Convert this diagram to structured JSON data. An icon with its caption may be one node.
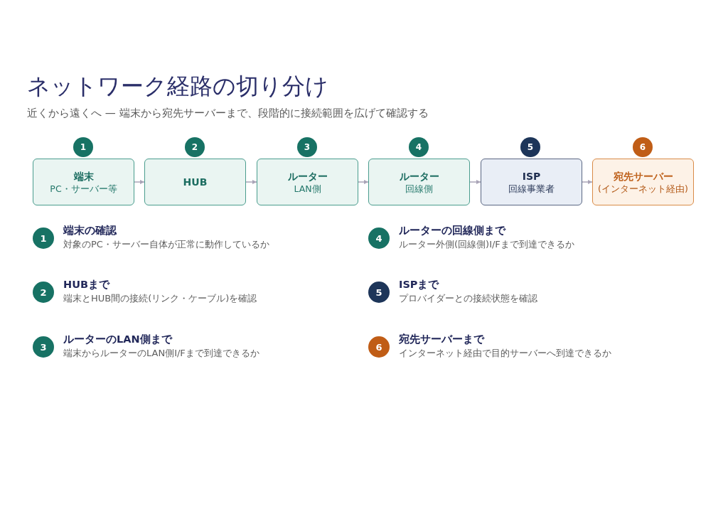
{
  "diagram": {
    "title": "ネットワーク経路の切り分け",
    "nodes": [
      {
        "text": [
          "1"
        ]
      },
      {
        "text": [
          "2"
        ]
      },
      {
        "text": [
          "3"
        ]
      },
      {
        "text": [
          "4"
        ]
      },
      {
        "text": [
          "5"
        ]
      },
      {
        "text": [
          "6"
        ]
      },
      {
        "text": [
          "端末",
          "PC・サーバー等"
        ]
      },
      {
        "text": [
          "HUB"
        ]
      },
      {
        "text": [
          "ルーター",
          "LAN側"
        ]
      },
      {
        "text": [
          "ルーター",
          "回線側"
        ]
      },
      {
        "text": [
          "ISP",
          "回線事業者"
        ]
      },
      {
        "text": [
          "宛先サーバー",
          "(インターネット経由)"
        ]
      },
      {
        "text": [
          "1"
        ],
        "beside": [
          "端末の確認",
          "対象のPC・サーバー自体が正常に動作しているか"
        ]
      },
      {
        "text": [
          "2"
        ],
        "beside": [
          "HUBまで",
          "端末とHUB間の接続(リンク・ケーブル)を確認"
        ]
      },
      {
        "text": [
          "3"
        ],
        "beside": [
          "ルーターのLAN側まで",
          "端末からルーターのLAN側I/Fまで到達できるか"
        ]
      },
      {
        "text": [
          "4"
        ],
        "beside": [
          "ルーターの回線側まで",
          "ルーター外側(回線側)I/Fまで到達できるか"
        ]
      },
      {
        "text": [
          "5"
        ],
        "beside": [
          "ISPまで",
          "プロバイダーとの接続状態を確認"
        ]
      },
      {
        "text": [
          "6"
        ],
        "beside": [
          "宛先サーバーまで",
          "インターネット経由で目的サーバーへ到達できるか"
        ]
      }
    ],
    "edges": [
      {
        "from": 6,
        "to": 7,
        "arrow": "to"
      },
      {
        "from": 7,
        "to": 8,
        "arrow": "to"
      },
      {
        "from": 8,
        "to": 9,
        "arrow": "to"
      },
      {
        "from": 9,
        "to": 10,
        "arrow": "to"
      },
      {
        "from": 10,
        "to": 11,
        "arrow": "to"
      }
    ],
    "labels": [
      "近くから遠くへ — 端末から宛先サーバーまで、段階的に接続範囲を広げて確認する"
    ]
  }
}
